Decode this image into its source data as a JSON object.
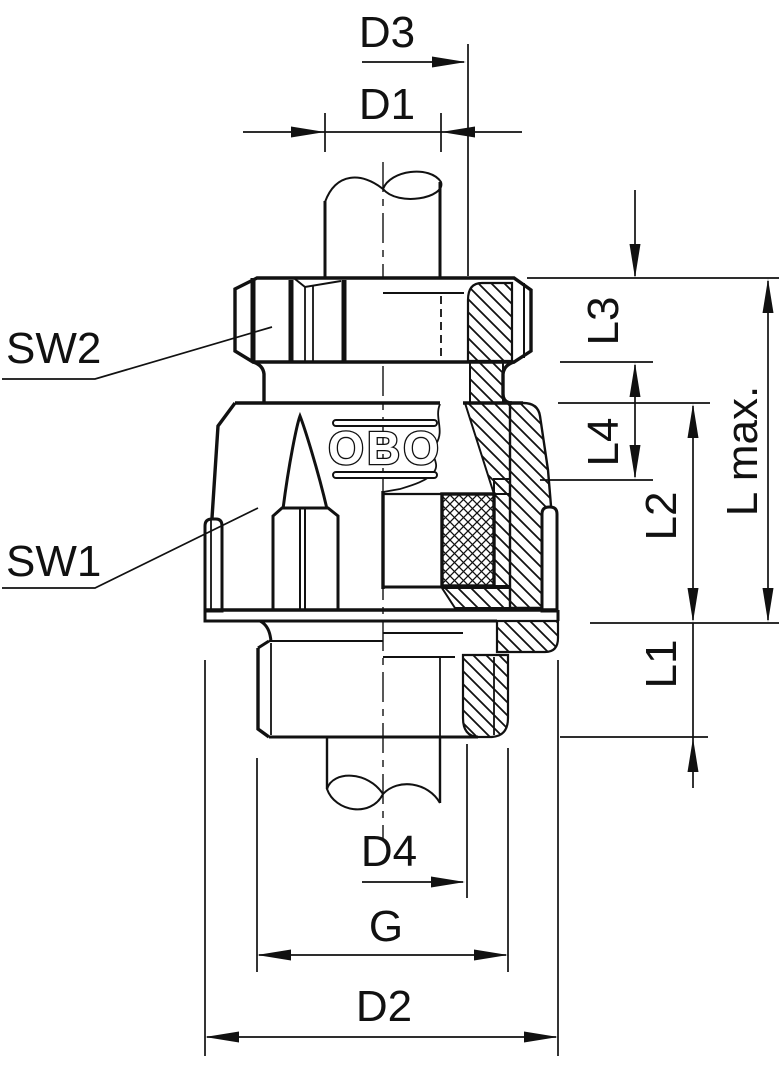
{
  "drawing": {
    "type": "technical-section-drawing",
    "brand_logo": "OBO",
    "line_color": "#111111",
    "background": "#ffffff",
    "labels": {
      "d3": "D3",
      "d1": "D1",
      "sw2": "SW2",
      "sw1": "SW1",
      "l3": "L3",
      "l4": "L4",
      "l2": "L2",
      "l1": "L1",
      "l_max": "L max.",
      "d4": "D4",
      "g": "G",
      "d2": "D2"
    }
  }
}
